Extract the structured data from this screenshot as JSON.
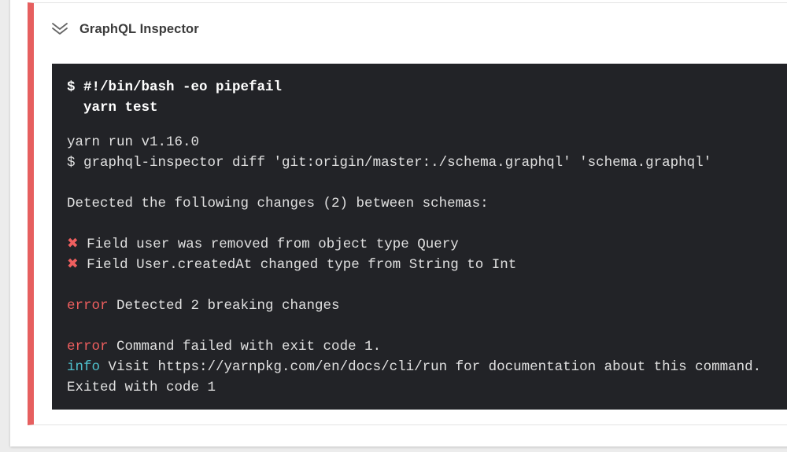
{
  "colors": {
    "page_bg": "#ececec",
    "card_bg": "#ffffff",
    "border": "#e3e3e3",
    "failure_stripe_red": "#e65f5f",
    "error_red": "#ef5f5f",
    "info_cyan": "#4fc2ce",
    "terminal_bg": "#222327",
    "terminal_text": "#e0e0e0",
    "command_text": "#ffffff",
    "title_text": "#3b3b3b"
  },
  "step": {
    "title": "GraphQL Inspector",
    "collapse_icon": "double-chevron-down-icon"
  },
  "terminal": {
    "command_lines": [
      "$ #!/bin/bash -eo pipefail",
      "  yarn test"
    ],
    "output_lines": [
      [
        {
          "text": "yarn run v1.16.0"
        }
      ],
      [
        {
          "text": "$ graphql-inspector diff 'git:origin/master:./schema.graphql' 'schema.graphql'"
        }
      ],
      [],
      [
        {
          "text": "Detected the following changes (2) between schemas:"
        }
      ],
      [],
      [
        {
          "text": "✖",
          "color": "error_red"
        },
        {
          "text": " Field user was removed from object type Query"
        }
      ],
      [
        {
          "text": "✖",
          "color": "error_red"
        },
        {
          "text": " Field User.createdAt changed type from String to Int"
        }
      ],
      [],
      [
        {
          "text": "error",
          "color": "error_red"
        },
        {
          "text": " Detected 2 breaking changes"
        }
      ],
      [],
      [
        {
          "text": "error",
          "color": "error_red"
        },
        {
          "text": " Command failed with exit code 1."
        }
      ],
      [
        {
          "text": "info",
          "color": "info_cyan"
        },
        {
          "text": " Visit https://yarnpkg.com/en/docs/cli/run for documentation about this command."
        }
      ],
      [
        {
          "text": "Exited with code 1"
        }
      ]
    ]
  }
}
